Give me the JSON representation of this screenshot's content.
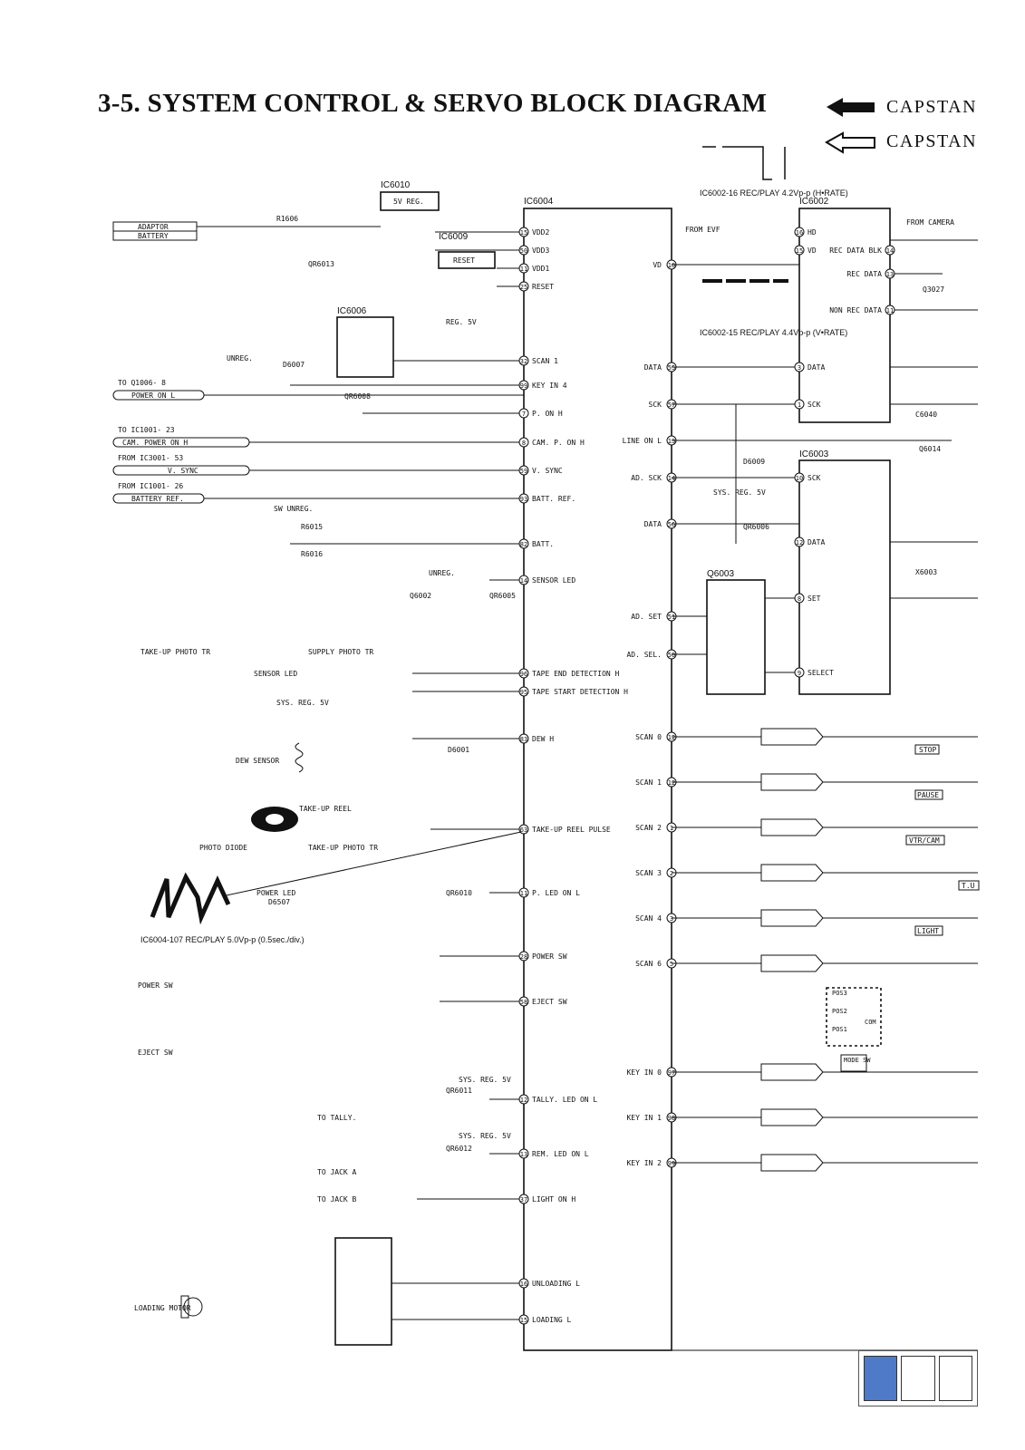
{
  "title": "3-5.  SYSTEM CONTROL & SERVO BLOCK DIAGRAM",
  "legend": [
    "CAPSTAN",
    "CAPSTAN"
  ],
  "ics": {
    "ic6004": "IC6004",
    "ic6002": "IC6002",
    "ic6003": "IC6003",
    "ic6006": "IC6006",
    "ic6009": "IC6009",
    "ic6010": "IC6010",
    "q6003": "Q6003"
  },
  "ic6010_label": "5V REG.",
  "ic6009_label": "RESET",
  "ic6004_pins": [
    {
      "n": "15",
      "label": "VDD2"
    },
    {
      "n": "50",
      "label": "VDD3"
    },
    {
      "n": "11",
      "label": "VDD1"
    },
    {
      "n": "25",
      "label": "RESET"
    },
    {
      "n": "32",
      "label": "SCAN 1"
    },
    {
      "n": "99",
      "label": "KEY IN 4"
    },
    {
      "n": "7",
      "label": "P. ON H"
    },
    {
      "n": "8",
      "label": "CAM. P. ON H"
    },
    {
      "n": "59",
      "label": "V. SYNC"
    },
    {
      "n": "93",
      "label": "BATT. REF."
    },
    {
      "n": "82",
      "label": "BATT."
    },
    {
      "n": "14",
      "label": "SENSOR LED"
    },
    {
      "n": "96",
      "label": "TAPE END DETECTION H"
    },
    {
      "n": "95",
      "label": "TAPE START DETECTION H"
    },
    {
      "n": "83",
      "label": "DEW H"
    },
    {
      "n": "63",
      "label": "TAKE-UP REEL PULSE"
    },
    {
      "n": "11",
      "label": "P. LED ON L"
    },
    {
      "n": "28",
      "label": "POWER SW"
    },
    {
      "n": "58",
      "label": "EJECT SW"
    },
    {
      "n": "12",
      "label": "TALLY. LED ON L"
    },
    {
      "n": "13",
      "label": "REM. LED ON L"
    },
    {
      "n": "37",
      "label": "LIGHT ON H"
    },
    {
      "n": "16",
      "label": "UNLOADING L"
    },
    {
      "n": "15",
      "label": "LOADING L"
    }
  ],
  "ic6004_right": [
    {
      "n": "10",
      "label": "VD"
    },
    {
      "n": "55",
      "label": "DATA"
    },
    {
      "n": "57",
      "label": "SCK"
    },
    {
      "n": "13",
      "label": "LINE ON L"
    },
    {
      "n": "14",
      "label": "AD. SCK"
    },
    {
      "n": "56",
      "label": "DATA"
    },
    {
      "n": "51",
      "label": "AD. SET"
    },
    {
      "n": "50",
      "label": "AD. SEL."
    },
    {
      "n": "12",
      "label": "SCAN 0"
    },
    {
      "n": "12",
      "label": "SCAN 1"
    },
    {
      "n": "1",
      "label": "SCAN 2"
    },
    {
      "n": "2",
      "label": "SCAN 3"
    },
    {
      "n": "3",
      "label": "SCAN 4"
    },
    {
      "n": "5",
      "label": "SCAN 6"
    },
    {
      "n": "97",
      "label": "KEY IN 0"
    },
    {
      "n": "98",
      "label": "KEY IN 1"
    },
    {
      "n": "99",
      "label": "KEY IN 2"
    }
  ],
  "ic6002_pins": [
    {
      "n": "16",
      "label": "HD"
    },
    {
      "n": "15",
      "label": "VD"
    },
    {
      "n": "3",
      "label": "DATA"
    },
    {
      "n": "1",
      "label": "SCK"
    },
    {
      "n": "14",
      "label": "REC DATA BLK"
    },
    {
      "n": "13",
      "label": "REC DATA"
    },
    {
      "n": "11",
      "label": "NON REC DATA"
    }
  ],
  "ic6003_pins": [
    {
      "n": "10",
      "label": "SCK"
    },
    {
      "n": "12",
      "label": "DATA"
    },
    {
      "n": "8",
      "label": "SET"
    },
    {
      "n": "9",
      "label": "SELECT"
    }
  ],
  "left_inputs": [
    {
      "ref": "TO Q1006- 8",
      "sig": "POWER ON L"
    },
    {
      "ref": "TO IC1001- 23",
      "sig": "CAM. POWER ON H"
    },
    {
      "ref": "FROM IC3001- 53",
      "sig": "V. SYNC"
    },
    {
      "ref": "FROM IC1001- 26",
      "sig": "BATTERY REF."
    }
  ],
  "adaptor": [
    "ADAPTOR",
    "BATTERY"
  ],
  "components": {
    "r1606": "R1606",
    "qr6013": "QR6013",
    "qr6008": "QR6008",
    "d6007": "D6007",
    "unreg": "UNREG.",
    "reg5v": "REG. 5V",
    "sw_unreg": "SW UNREG.",
    "r6015": "R6015",
    "r6016": "R6016",
    "qr6005": "QR6005",
    "q6002": "Q6002",
    "unreg2": "UNREG.",
    "sys_reg": "SYS. REG. 5V",
    "d6001": "D6001",
    "dew_sensor": "DEW SENSOR",
    "qr6010": "QR6010",
    "d6507": "D6507",
    "power_led": "POWER LED",
    "qr6011": "QR6011",
    "qr6012": "QR6012",
    "d6009": "D6009",
    "qr6006": "QR6006",
    "q3027": "Q3027",
    "q6014": "Q6014",
    "c6040": "C6040",
    "x6003": "X6003",
    "take_up_tr": "TAKE-UP PHOTO TR",
    "supply_tr": "SUPPLY PHOTO TR",
    "sensor_led": "SENSOR LED",
    "take_up_reel": "TAKE-UP REEL",
    "photo_diode": "PHOTO DIODE",
    "take_up_tr2": "TAKE-UP PHOTO TR",
    "power_sw": "POWER SW",
    "eject_sw": "EJECT SW",
    "loading_motor": "LOADING MOTOR",
    "to_tally": "TO TALLY.",
    "to_jack_a": "TO JACK A",
    "to_jack_b": "TO JACK B",
    "from_evf": "FROM EVF",
    "from_camera": "FROM CAMERA",
    "stop": "STOP",
    "pause": "PAUSE",
    "vtr_cam": "VTR/CAM",
    "light": "LIGHT",
    "mode_sw": "MODE SW",
    "tu": "T.U",
    "pos3": "POS3",
    "pos2": "POS2",
    "pos1": "POS1",
    "com": "COM"
  },
  "notes": {
    "hd_note": "IC6002-16 REC/PLAY 4.2Vp-p (H•RATE)",
    "vd_note": "IC6002-15 REC/PLAY 4.4Vp-p (V•RATE)",
    "pulse_note": "IC6004-107 REC/PLAY 5.0Vp-p (0.5sec./div.)"
  },
  "nav": {
    "pages": 3,
    "active": 0
  }
}
